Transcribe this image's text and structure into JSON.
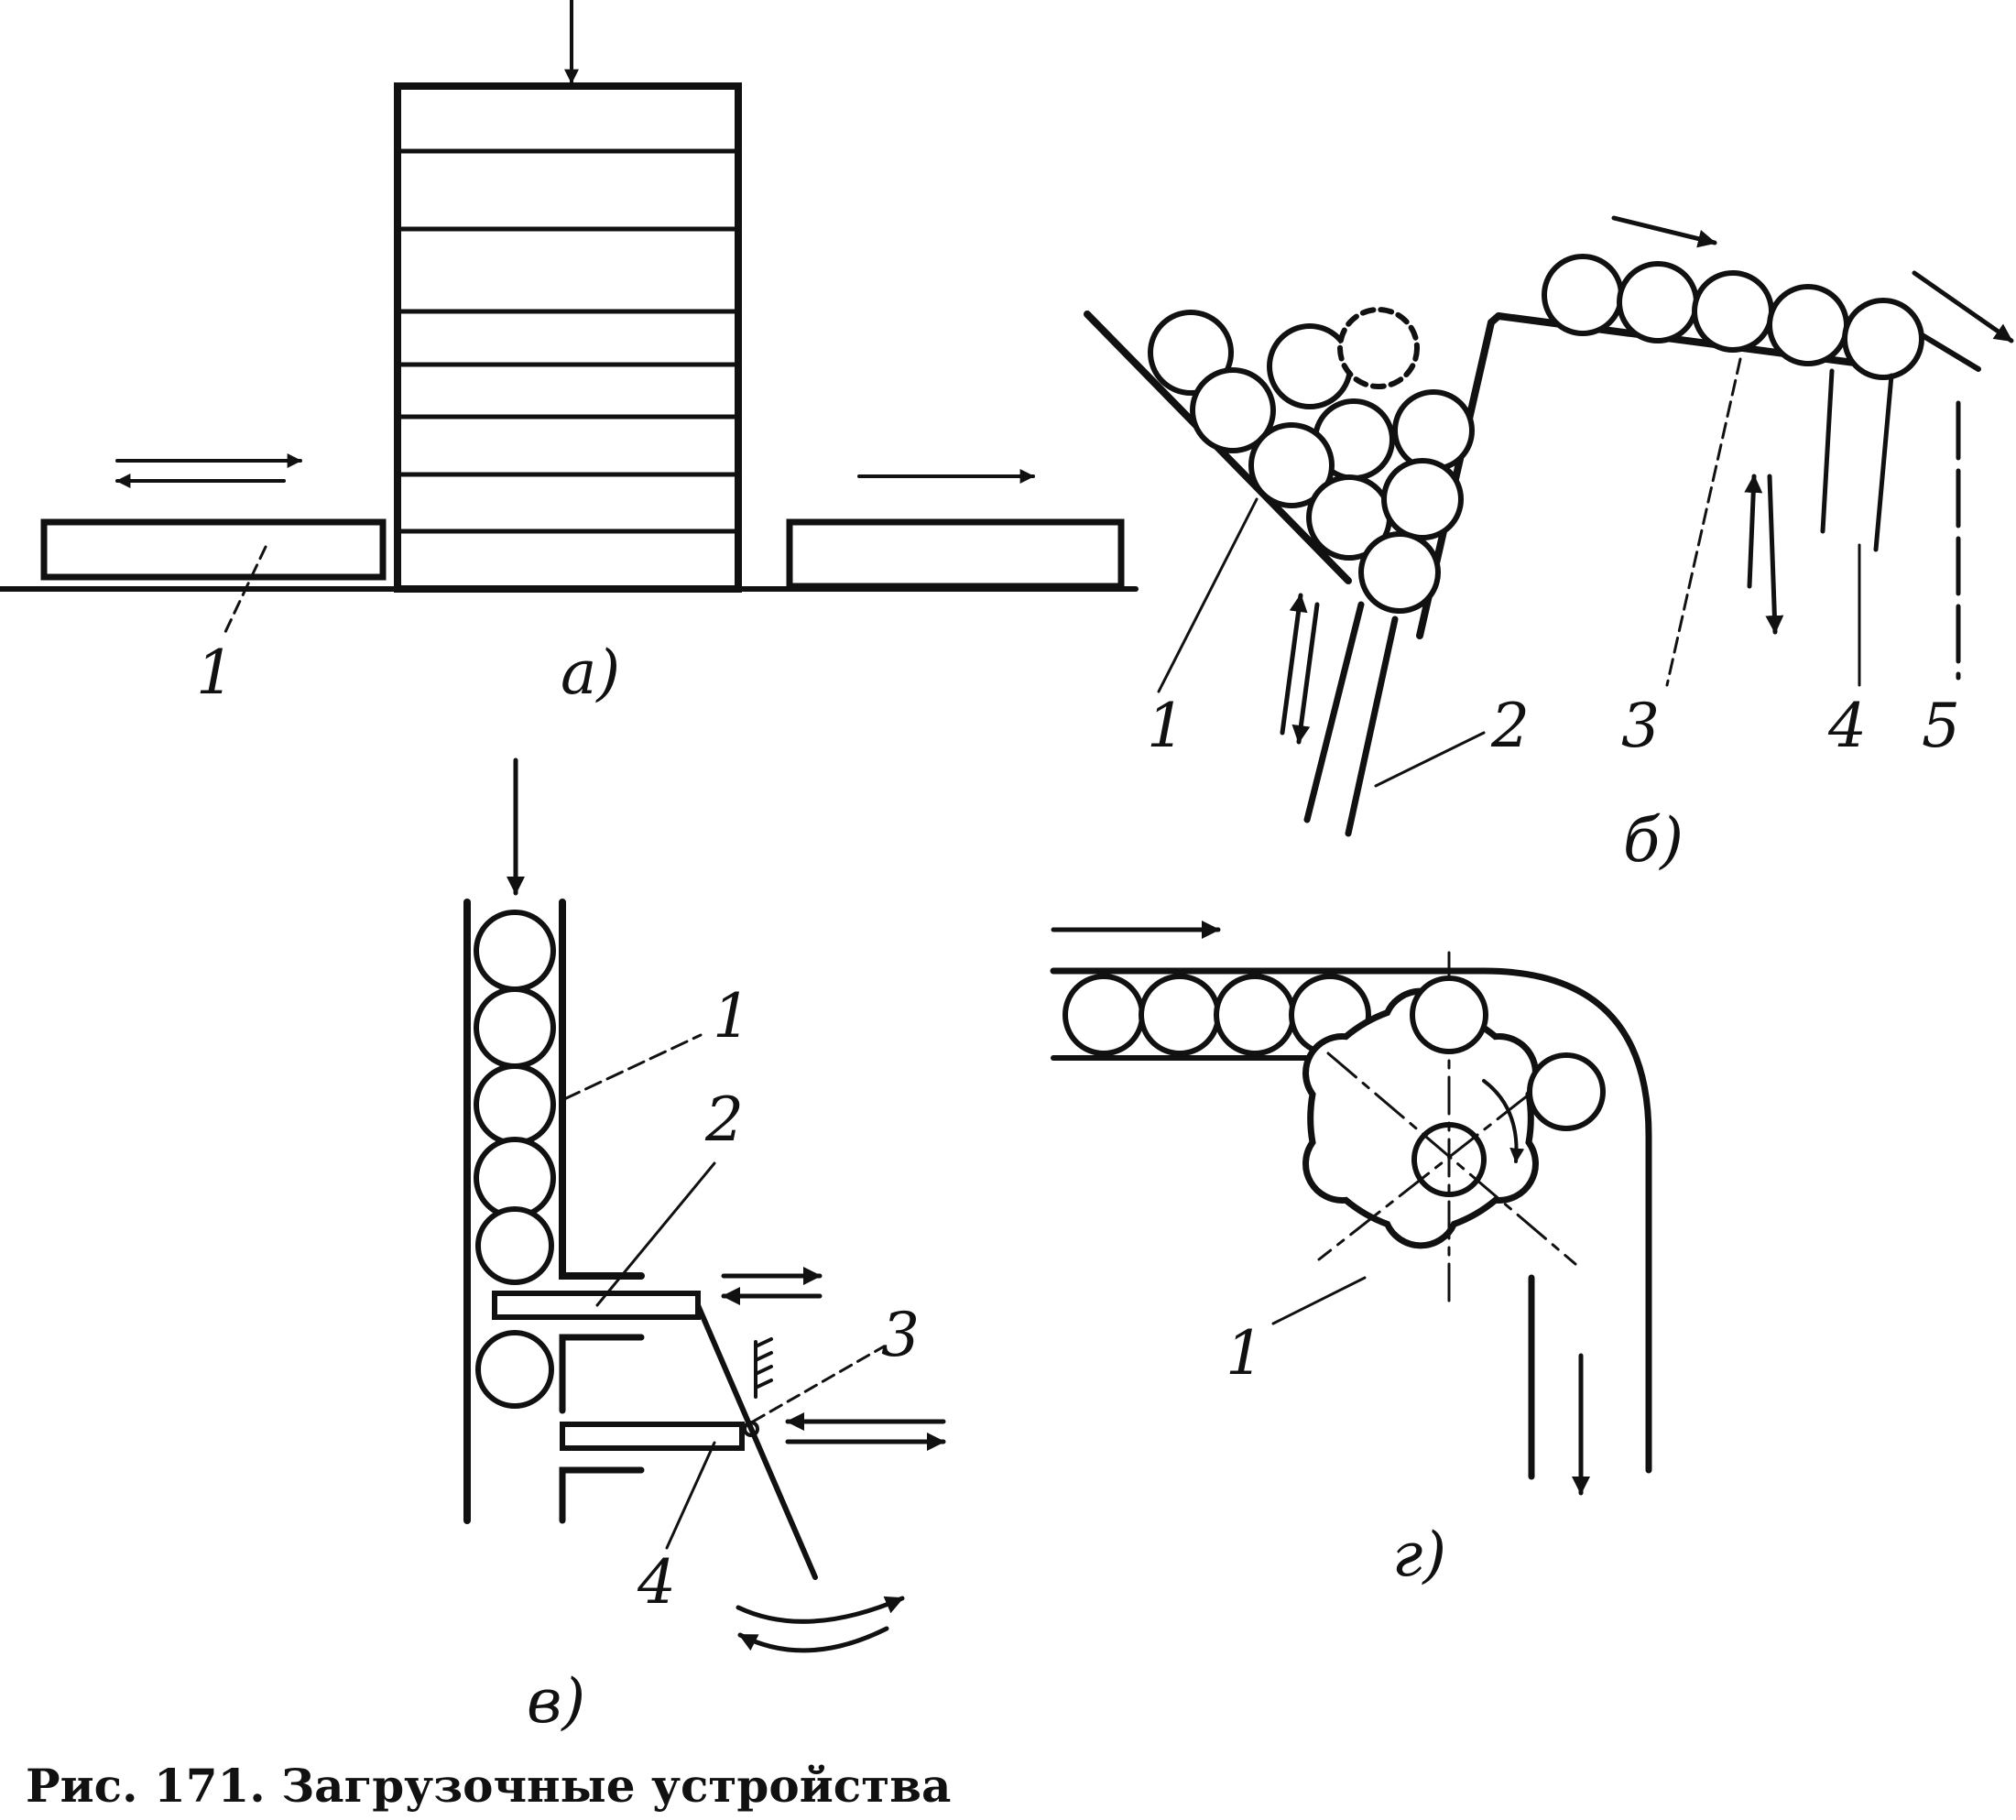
{
  "caption": "Рис. 171. Загрузочные устройства",
  "panels": {
    "a": {
      "label": "а)",
      "callouts": [
        "1"
      ]
    },
    "b": {
      "label": "б)",
      "callouts": [
        "1",
        "2",
        "3",
        "4",
        "5"
      ]
    },
    "v": {
      "label": "в)",
      "callouts": [
        "1",
        "2",
        "3",
        "4"
      ]
    },
    "g": {
      "label": "г)",
      "callouts": [
        "1"
      ]
    }
  },
  "colors": {
    "ink": "#111111",
    "paper": "#ffffff"
  }
}
